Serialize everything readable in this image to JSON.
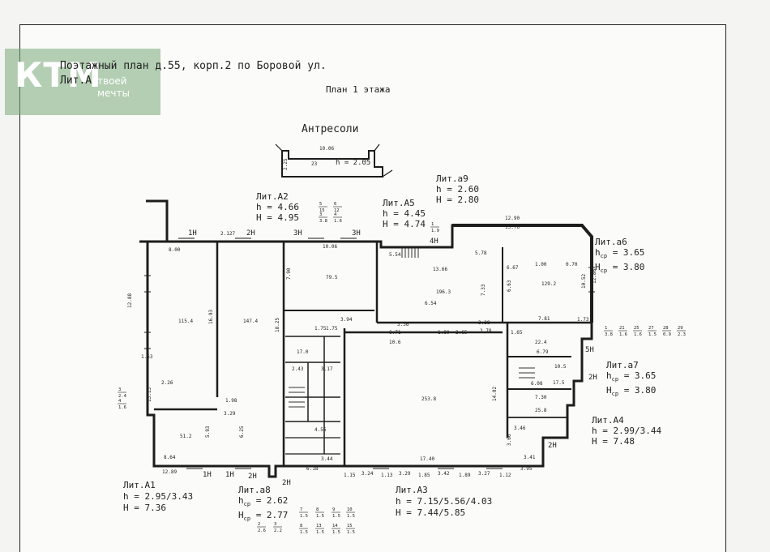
{
  "header": {
    "title_line1": "Поэтажный план д.55, корп.2 по Боровой ул.",
    "title_line2": "Лит.А",
    "plan_title": "План 1 этажа",
    "antresoli": "Антресоли",
    "antresoli_dims": {
      "length": "10.06",
      "area": "23",
      "height": "h = 2.05",
      "side": "2.25"
    }
  },
  "watermark": {
    "big": "КТМ",
    "line1": "твоей",
    "line2": "мечты"
  },
  "lit_labels": {
    "A2": {
      "name": "Лит.А2",
      "h": "h = 4.66",
      "H": "H = 4.95"
    },
    "A5": {
      "name": "Лит.А5",
      "h": "h = 4.45",
      "H": "H = 4.74"
    },
    "a9": {
      "name": "Лит.а9",
      "h": "h = 2.60",
      "H": "H = 2.80"
    },
    "a6": {
      "name": "Лит.а6",
      "h": "h",
      "h_sub": "ср",
      "h_val": "= 3.65",
      "H": "H",
      "H_sub": "ср",
      "H_val": "= 3.80"
    },
    "a7": {
      "name": "Лит.а7",
      "h": "h",
      "h_sub": "ср",
      "h_val": "= 3.65",
      "H": "H",
      "H_sub": "ср",
      "H_val": "= 3.80"
    },
    "A4": {
      "name": "Лит.А4",
      "h": "h = 2.99/3.44",
      "H": "H = 7.48"
    },
    "A1": {
      "name": "Лит.А1",
      "h": "h = 2.95/3.43",
      "H": "H = 7.36"
    },
    "a8": {
      "name": "Лит.а8",
      "h": "h",
      "h_sub": "ср",
      "h_val": "= 2.62",
      "H": "H",
      "H_sub": "ср",
      "H_val": "= 2.77"
    },
    "A3": {
      "name": "Лит.А3",
      "h": "h = 7.15/5.56/4.03",
      "H": "H = 7.44/5.85"
    }
  },
  "doors": [
    "1H",
    "2H",
    "3H",
    "3H",
    "4H",
    "5H",
    "2H",
    "2H",
    "1H",
    "1H",
    "2H",
    "2H"
  ],
  "dims": {
    "top_left": "8.00",
    "top_mid": "2.127",
    "top_right": "10.06",
    "left_side": "12.88",
    "left_mid": "16.93",
    "mid_v": "18.25",
    "r3_len": "7.90",
    "r5_len": "5.54",
    "r5_top": "13.66",
    "r5_w": "5.78",
    "r5_v": "7.33",
    "r6_top": "12.90",
    "r6_top2": "13.76",
    "r6_v": "10.52",
    "r6_v2": "12.86",
    "r6_left": "6.67",
    "r6_l2": "6.63",
    "r6_bottom": "7.81",
    "r6_br": "1.73",
    "r10_top": "3.36",
    "r10_a": "1.80",
    "r10_b": "2.65",
    "r10_c": "2.78",
    "r10_d": "3.28",
    "bottom_1": "12.89",
    "bottom_2": "6.18",
    "bottom_3": "3.44",
    "bottom_4": "1.15",
    "bottom_5": "3.24",
    "bottom_6": "1.13",
    "bottom_7": "3.29",
    "bottom_8": "1.85",
    "bottom_9": "3.42",
    "bottom_10": "1.89",
    "bottom_11": "3.27",
    "bottom_12": "1.12",
    "big_top": "17.40",
    "big_right": "14.02",
    "big_area": "253.8",
    "r_a1_w": "8.64",
    "r_a1_v": "5.93",
    "r_a1_v2": "6.25",
    "r_a1_area": "51.2",
    "r_small1": "3.46",
    "r_small2": "3.66",
    "r_small3": "3.41",
    "r_small4": "3.95",
    "r_a4_1": "7.30",
    "r_a4_2": "6.79",
    "r_a4_3": "1.65",
    "r_a4_4": "6.08",
    "left_153": "1.53",
    "left_1313": "13.13",
    "left_226": "2.26",
    "r_3_29": "3.29",
    "r_1_98": "1.98",
    "corr_243": "2.43",
    "corr_317": "3.17",
    "corr_456": "4.56",
    "corr_394": "3.94"
  },
  "areas": {
    "r1": "147.4",
    "r2": "115.4",
    "r3": "79.5",
    "r5": "196.3",
    "r6": "129.2",
    "r7": "10.6",
    "r8": "1.00",
    "r9": "0.70",
    "r22": "22.4",
    "r24": "17.5",
    "r26": "25.8",
    "r_a4": "10.5",
    "r_kor": "17.0",
    "r_c1": "1.75",
    "r_c2": "1.75",
    "r_c3": "6.71",
    "r_c4": "6.54"
  },
  "fractions_top": [
    {
      "n": "5",
      "d": "15"
    },
    {
      "n": "6",
      "d": "12"
    },
    {
      "n": "3",
      "d": "3.8"
    },
    {
      "n": "4",
      "d": "1.6"
    }
  ],
  "fractions_right": [
    {
      "n": "1",
      "d": "3.8"
    },
    {
      "n": "21",
      "d": "1.6"
    },
    {
      "n": "25",
      "d": "1.6"
    },
    {
      "n": "27",
      "d": "1.5"
    },
    {
      "n": "28",
      "d": "0.9"
    },
    {
      "n": "29",
      "d": "2.3"
    }
  ],
  "fractions_bottom": [
    {
      "n": "7",
      "d": "1.5"
    },
    {
      "n": "8",
      "d": "1.5"
    },
    {
      "n": "9",
      "d": "1.5"
    },
    {
      "n": "10",
      "d": "1.5"
    },
    {
      "n": "2",
      "d": "2.6"
    },
    {
      "n": "3",
      "d": "2.2"
    },
    {
      "n": "8",
      "d": "1.5"
    },
    {
      "n": "13",
      "d": "1.5"
    },
    {
      "n": "14",
      "d": "1.5"
    },
    {
      "n": "15",
      "d": "1.5"
    }
  ],
  "fractions_left": [
    {
      "n": "3",
      "d": "2.4"
    },
    {
      "n": "4",
      "d": "1.6"
    }
  ],
  "fraction_a9": {
    "n": "1",
    "d": "1.9"
  }
}
